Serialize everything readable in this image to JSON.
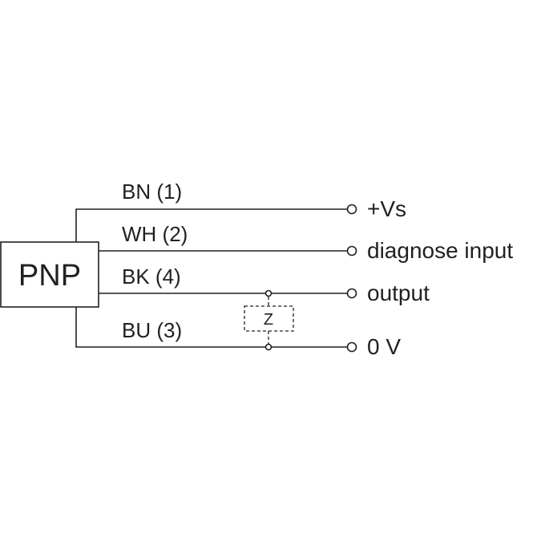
{
  "diagram": {
    "box_label": "PNP",
    "wires": [
      {
        "label": "BN (1)",
        "terminal": "+Vs"
      },
      {
        "label": "WH (2)",
        "terminal": "diagnose input"
      },
      {
        "label": "BK (4)",
        "terminal": "output"
      },
      {
        "label": "BU (3)",
        "terminal": "0 V"
      }
    ],
    "load_label": "Z",
    "color": "#231f20"
  }
}
